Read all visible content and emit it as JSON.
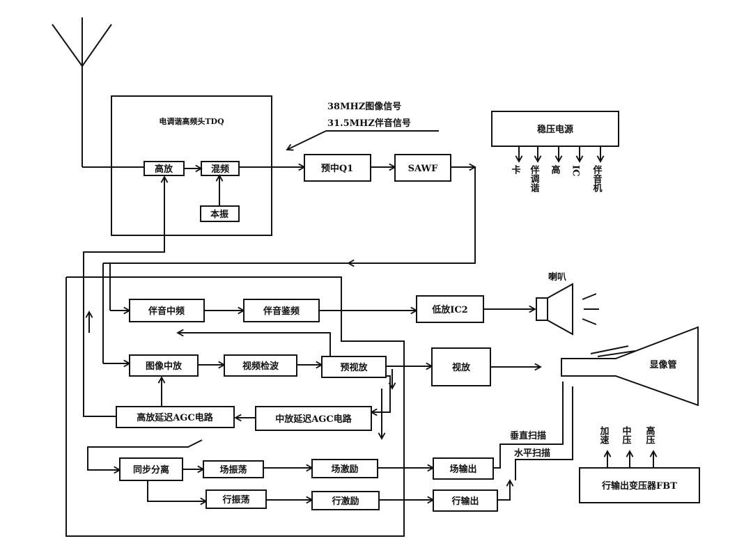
{
  "tuner": {
    "title": "电调谐高频头TDQ",
    "hf_amp": "高放",
    "mixer": "混频",
    "local_osc": "本振"
  },
  "signals": {
    "video_if": "38MHZ图像信号",
    "audio_if": "31.5MHZ伴音信号"
  },
  "if_blocks": {
    "pre_if": "预中Q1",
    "saw_filter": "SAWF"
  },
  "power": {
    "title": "稳压电源",
    "outputs": [
      "卡",
      "伴调谐",
      "高",
      "IC",
      "伴音机"
    ]
  },
  "audio": {
    "audio_if": "伴音中频",
    "audio_detector": "伴音鉴频",
    "audio_amp": "低放IC2",
    "speaker": "喇叭"
  },
  "video": {
    "video_if_amp": "图像中放",
    "video_detector": "视频检波",
    "pre_video_amp": "预视放",
    "video_amp": "视放",
    "crt": "显像管"
  },
  "agc": {
    "rf_agc": "高放延迟AGC电路",
    "if_agc": "中放延迟AGC电路"
  },
  "scan": {
    "sync_sep": "同步分离",
    "v_osc": "场振荡",
    "v_drive": "场激励",
    "v_output": "场输出",
    "vertical_scan": "垂直扫描",
    "h_osc": "行振荡",
    "h_drive": "行激励",
    "h_output": "行输出",
    "horizontal_scan": "水平扫描",
    "fbt": "行输出变压器FBT",
    "fbt_outputs": [
      "加速",
      "中压",
      "高压"
    ]
  }
}
